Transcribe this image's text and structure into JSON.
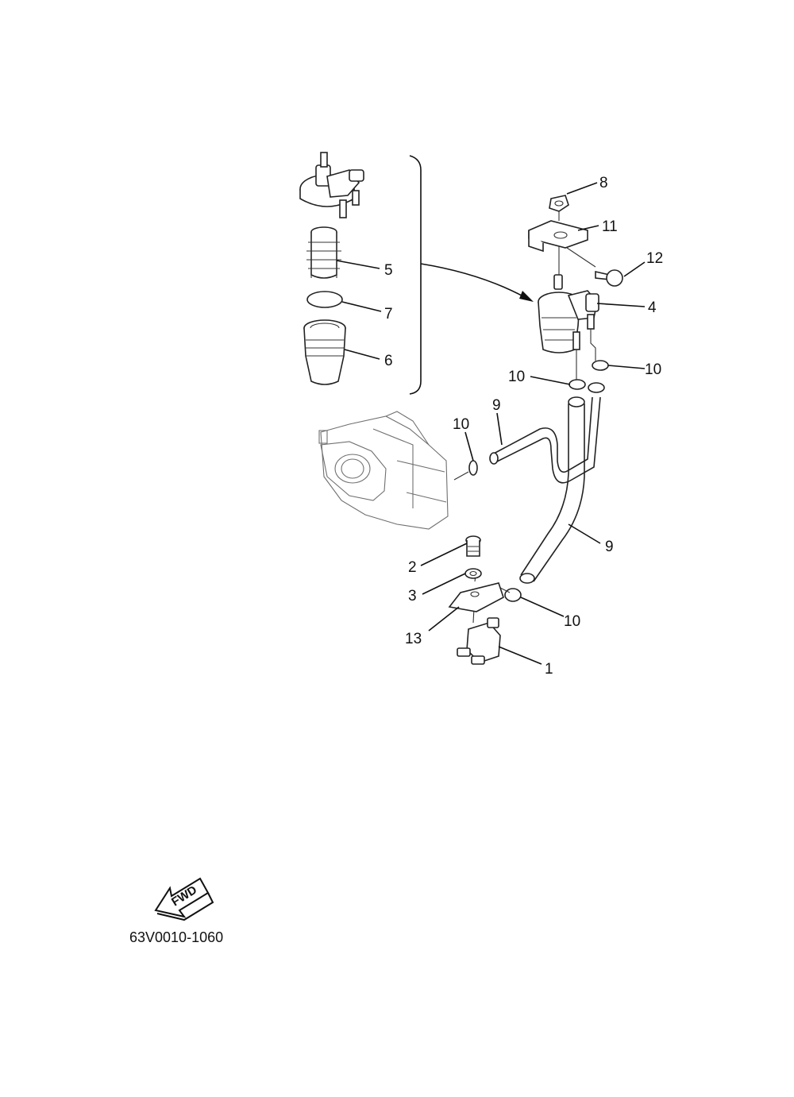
{
  "callouts": {
    "c1": "1",
    "c2": "2",
    "c3": "3",
    "c4": "4",
    "c5": "5",
    "c6": "6",
    "c7": "7",
    "c8": "8",
    "c9a": "9",
    "c9b": "9",
    "c10a": "10",
    "c10b": "10",
    "c10c": "10",
    "c10d": "10",
    "c11": "11",
    "c12": "12",
    "c13": "13"
  },
  "fwd_label": "FWD",
  "diagram_code": "63V0010-1060"
}
